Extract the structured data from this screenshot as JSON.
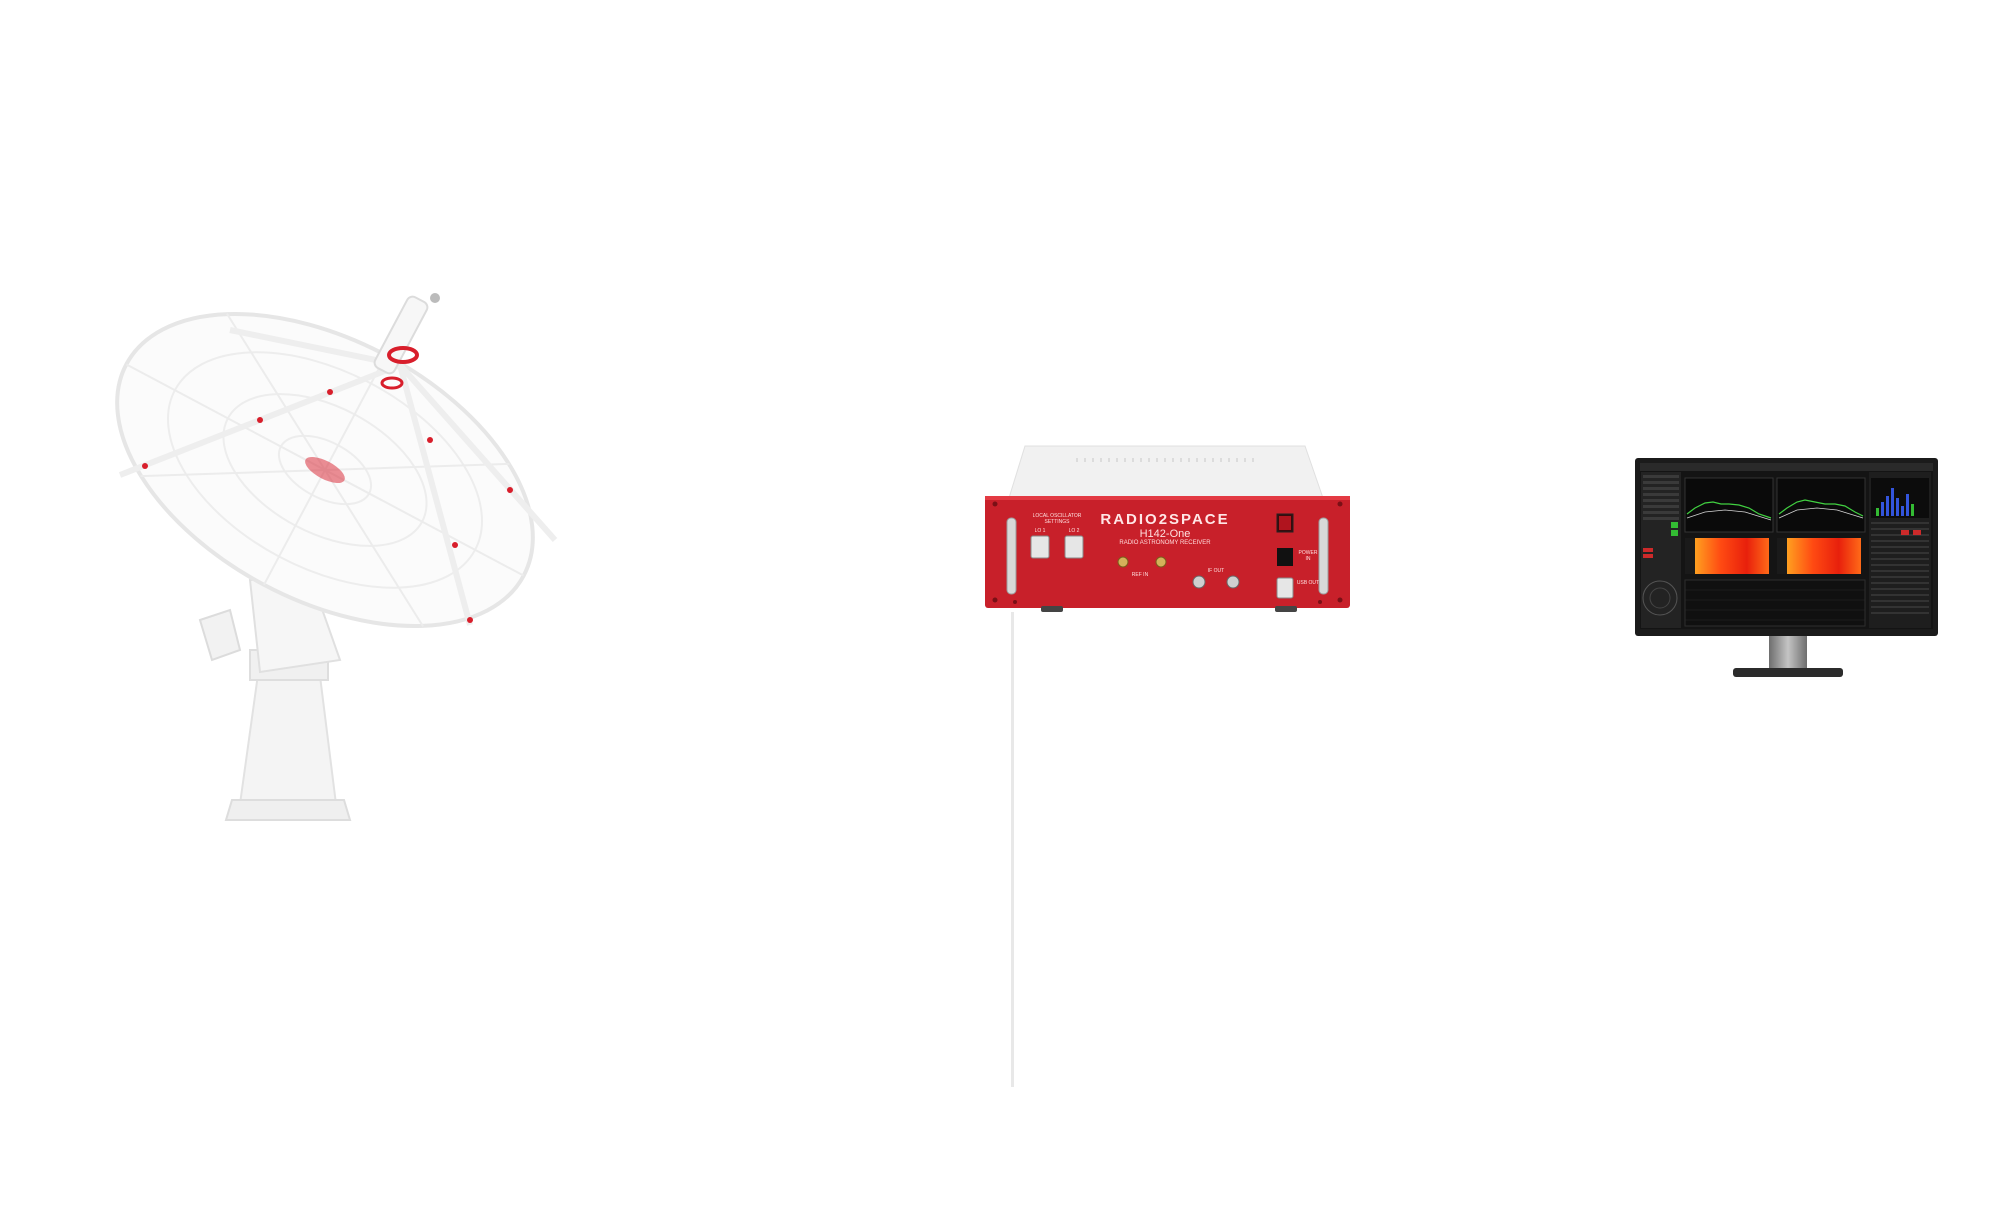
{
  "receiver": {
    "brand": "RADIO2SPACE",
    "model": "H142-One",
    "subtitle": "RADIO ASTRONOMY RECEIVER",
    "lo_label": "LOCAL OSCILLATOR SETTINGS",
    "lo1": "LO 1",
    "lo2": "LO 2",
    "if_label": "IF OUT",
    "power_label": "POWER IN",
    "usb_label": "USB OUT",
    "ref_label": "REF IN"
  },
  "colors": {
    "receiver_red": "#c8202a",
    "antenna_white": "#f2f2f2",
    "antenna_accent": "#d81e2b",
    "monitor_frame": "#1b1b1b",
    "waterfall_hot": "#ff4a12",
    "plot_green": "#41d141"
  }
}
